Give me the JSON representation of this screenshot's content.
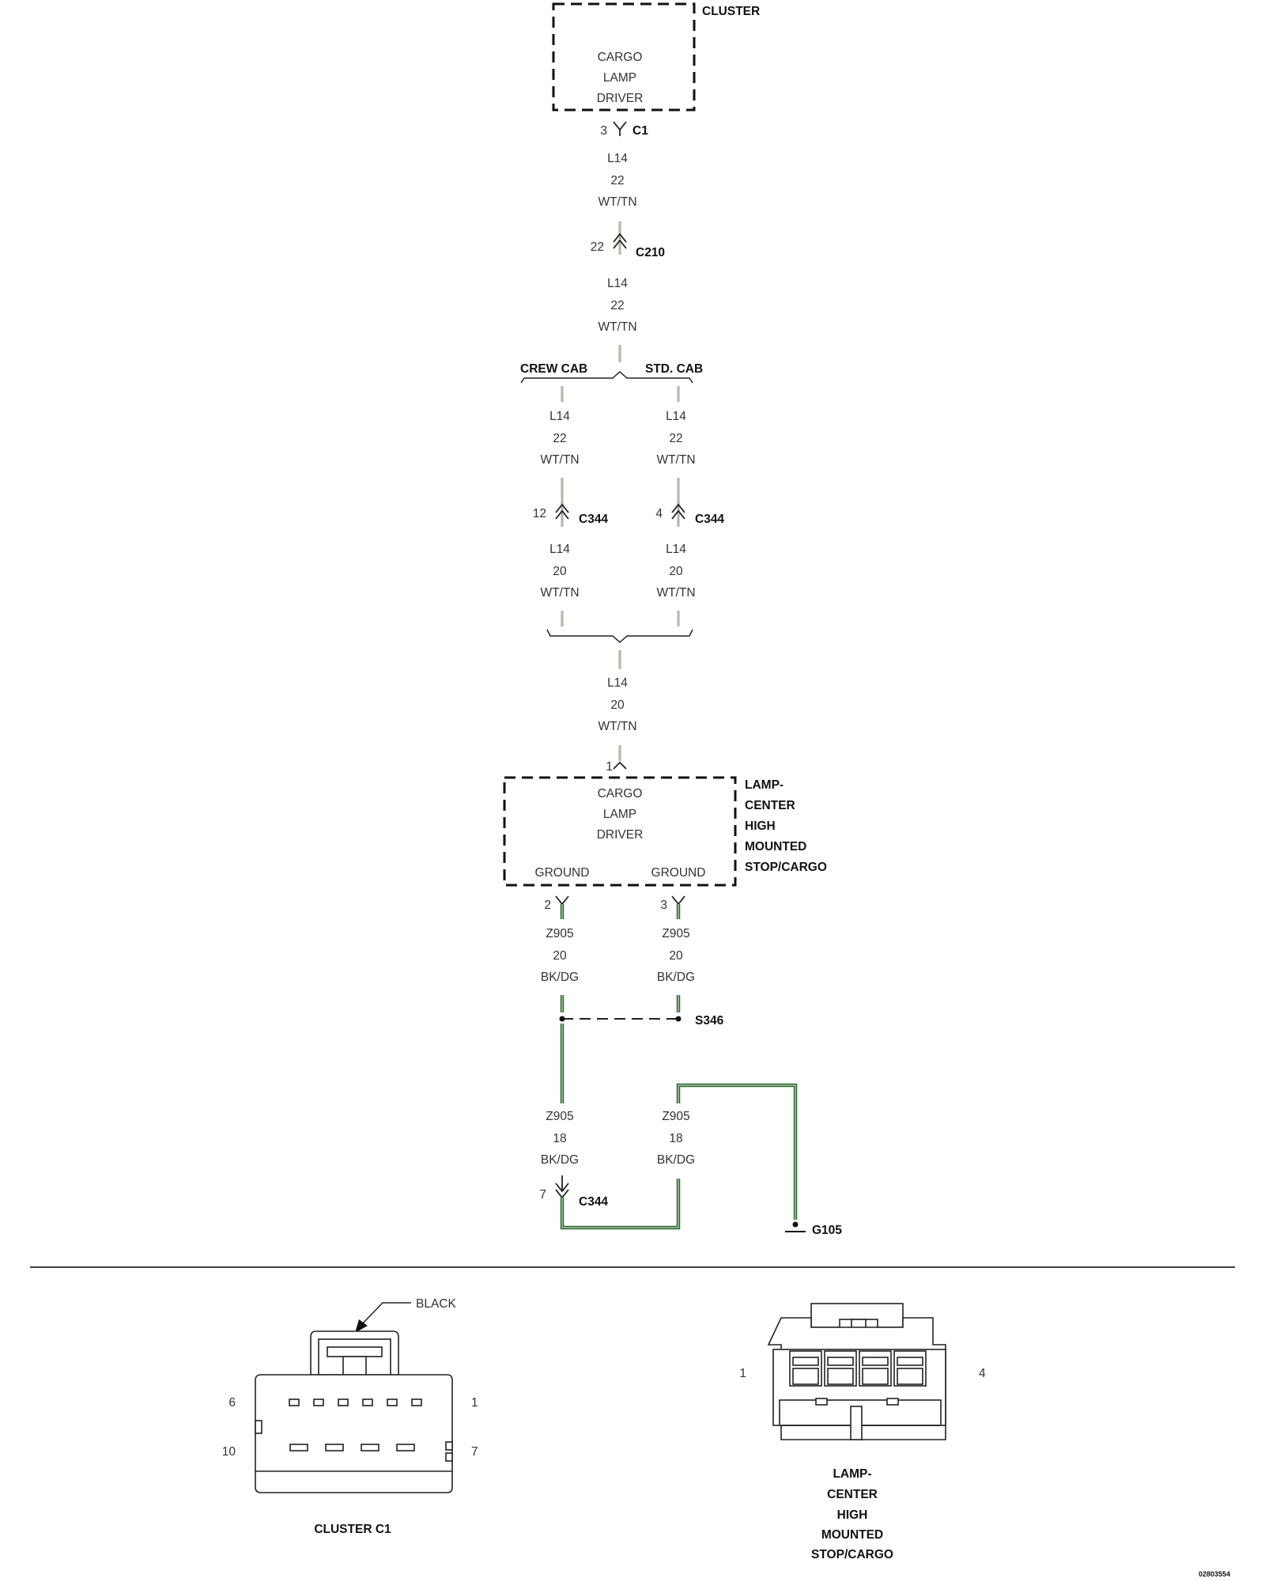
{
  "cluster": {
    "name": "CLUSTER",
    "driver_lines": [
      "CARGO",
      "LAMP",
      "DRIVER"
    ],
    "connector": {
      "pin": "3",
      "name": "C1"
    }
  },
  "wire_l14_22": {
    "lines": [
      "L14",
      "22",
      "WT/TN"
    ]
  },
  "c210": {
    "pin": "22",
    "name": "C210"
  },
  "branches": {
    "left_label": "CREW CAB",
    "right_label": "STD. CAB"
  },
  "crew_cab": {
    "upper_wire": [
      "L14",
      "22",
      "WT/TN"
    ],
    "connector": {
      "pin": "12",
      "name": "C344"
    },
    "lower_wire": [
      "L14",
      "20",
      "WT/TN"
    ]
  },
  "std_cab": {
    "upper_wire": [
      "L14",
      "22",
      "WT/TN"
    ],
    "connector": {
      "pin": "4",
      "name": "C344"
    },
    "lower_wire": [
      "L14",
      "20",
      "WT/TN"
    ]
  },
  "merged_wire": {
    "lines": [
      "L14",
      "20",
      "WT/TN"
    ]
  },
  "lamp": {
    "name_lines": [
      "LAMP-",
      "CENTER",
      "HIGH",
      "MOUNTED",
      "STOP/CARGO"
    ],
    "input_pin": "1",
    "driver_lines": [
      "CARGO",
      "LAMP",
      "DRIVER"
    ],
    "ground_left": "GROUND",
    "ground_right": "GROUND",
    "ground_left_pin": "2",
    "ground_right_pin": "3"
  },
  "ground_wires": {
    "left_upper": [
      "Z905",
      "20",
      "BK/DG"
    ],
    "right_upper": [
      "Z905",
      "20",
      "BK/DG"
    ],
    "splice": "S346",
    "left_lower": [
      "Z905",
      "18",
      "BK/DG"
    ],
    "right_lower": [
      "Z905",
      "18",
      "BK/DG"
    ],
    "c344": {
      "pin": "7",
      "name": "C344"
    },
    "ground_point": "G105"
  },
  "views": {
    "cluster": {
      "color_label": "BLACK",
      "title": "CLUSTER C1",
      "pins": {
        "top_left": "6",
        "top_right": "1",
        "bottom_left": "10",
        "bottom_right": "7"
      }
    },
    "lamp": {
      "title_lines": [
        "LAMP-",
        "CENTER",
        "HIGH",
        "MOUNTED",
        "STOP/CARGO"
      ],
      "pins": {
        "left": "1",
        "right": "4"
      }
    }
  },
  "figure_code": "02803554",
  "colors": {
    "wire_tan": "#d6d3c7",
    "wire_ground": "#2f6b2f",
    "ink": "#111111"
  }
}
